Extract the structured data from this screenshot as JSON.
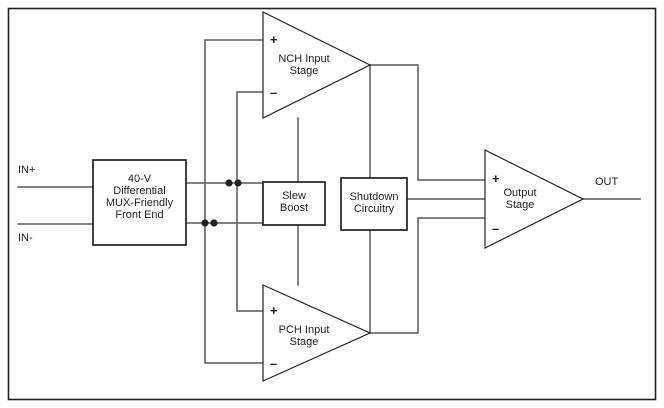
{
  "figure": {
    "kind": "block-diagram",
    "title": "Amplifier functional block diagram",
    "border_color": "#231f20",
    "line_color": "#58595b",
    "block_outline_color": "#231f20",
    "text_color": "#231f20",
    "background": "#ffffff"
  },
  "ports": {
    "in_positive": "IN+",
    "in_negative": "IN-",
    "out": "OUT"
  },
  "blocks": {
    "front_end": {
      "name": "front-end-block",
      "lines": [
        "40-V",
        "Differential",
        "MUX-Friendly",
        "Front End"
      ],
      "text": "40-V\nDifferential\nMUX-Friendly\nFront End"
    },
    "slew_boost": {
      "name": "slew-boost-block",
      "lines": [
        "Slew",
        "Boost"
      ],
      "text": "Slew\nBoost"
    },
    "shutdown": {
      "name": "shutdown-block",
      "lines": [
        "Shutdown",
        "Circuitry"
      ],
      "text": "Shutdown\nCircuitry"
    }
  },
  "amplifiers": {
    "nch": {
      "name": "nch-input-stage",
      "lines": [
        "NCH Input",
        "Stage"
      ],
      "text": "NCH Input\nStage",
      "plus": "+",
      "minus": "–"
    },
    "pch": {
      "name": "pch-input-stage",
      "lines": [
        "PCH Input",
        "Stage"
      ],
      "text": "PCH Input\nStage",
      "plus": "+",
      "minus": "–"
    },
    "output": {
      "name": "output-stage",
      "lines": [
        "Output",
        "Stage"
      ],
      "text": "Output\nStage",
      "plus": "+",
      "minus": "–"
    }
  }
}
